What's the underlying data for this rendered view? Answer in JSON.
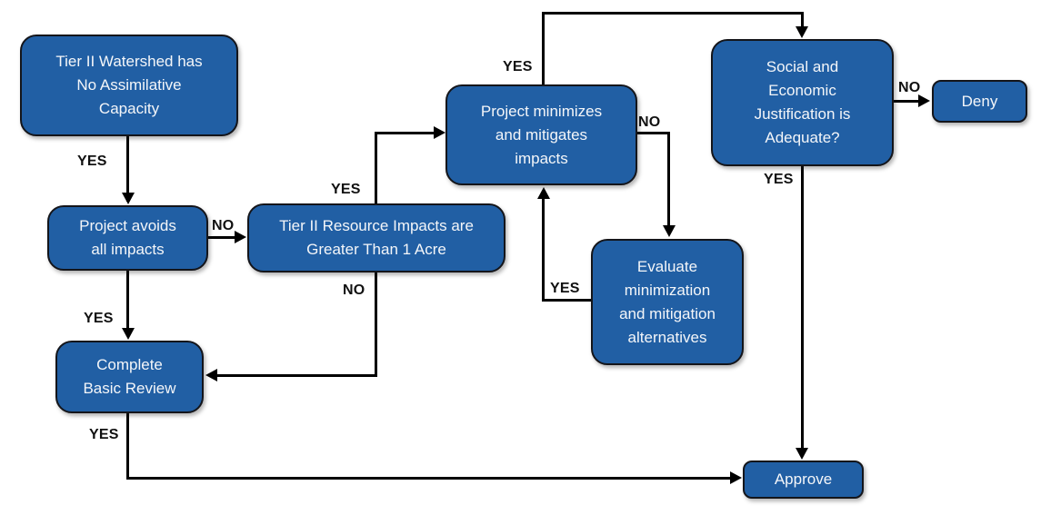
{
  "diagram_type": "flowchart",
  "colors": {
    "node_fill": "#215FA4",
    "node_border": "#14151a",
    "node_text": "#F4F6F9",
    "edge_color": "#000000",
    "label_color": "#111111",
    "background": "#FFFFFF"
  },
  "nodes": {
    "tier2_watershed": {
      "label": "Tier II Watershed has\nNo Assimilative\nCapacity"
    },
    "project_avoids": {
      "label": "Project avoids\nall impacts"
    },
    "resource_impacts": {
      "label": "Tier II Resource Impacts are\nGreater Than 1 Acre"
    },
    "project_minimizes": {
      "label": "Project minimizes\nand mitigates\nimpacts"
    },
    "evaluate_alternatives": {
      "label": "Evaluate\nminimization\nand mitigation\nalternatives"
    },
    "social_economic": {
      "label": "Social and\nEconomic\nJustification is\nAdequate?"
    },
    "deny": {
      "label": "Deny"
    },
    "complete_basic_review": {
      "label": "Complete\nBasic Review"
    },
    "approve": {
      "label": "Approve"
    }
  },
  "edge_labels": {
    "watershed_yes": "YES",
    "avoids_no": "NO",
    "resource_yes": "YES",
    "resource_no": "NO",
    "minimizes_yes": "YES",
    "minimizes_no": "NO",
    "evaluate_yes": "YES",
    "social_no": "NO",
    "social_yes": "YES",
    "avoids_yes": "YES",
    "basic_review_yes": "YES"
  },
  "edges": [
    {
      "from": "tier2_watershed",
      "label": "YES",
      "to": "project_avoids"
    },
    {
      "from": "project_avoids",
      "label": "NO",
      "to": "resource_impacts"
    },
    {
      "from": "project_avoids",
      "label": "YES",
      "to": "complete_basic_review"
    },
    {
      "from": "resource_impacts",
      "label": "YES",
      "to": "project_minimizes"
    },
    {
      "from": "resource_impacts",
      "label": "NO",
      "to": "complete_basic_review"
    },
    {
      "from": "project_minimizes",
      "label": "YES",
      "to": "social_economic"
    },
    {
      "from": "project_minimizes",
      "label": "NO",
      "to": "evaluate_alternatives"
    },
    {
      "from": "evaluate_alternatives",
      "label": "YES",
      "to": "project_minimizes"
    },
    {
      "from": "social_economic",
      "label": "NO",
      "to": "deny"
    },
    {
      "from": "social_economic",
      "label": "YES",
      "to": "approve"
    },
    {
      "from": "complete_basic_review",
      "label": "YES",
      "to": "approve"
    }
  ]
}
